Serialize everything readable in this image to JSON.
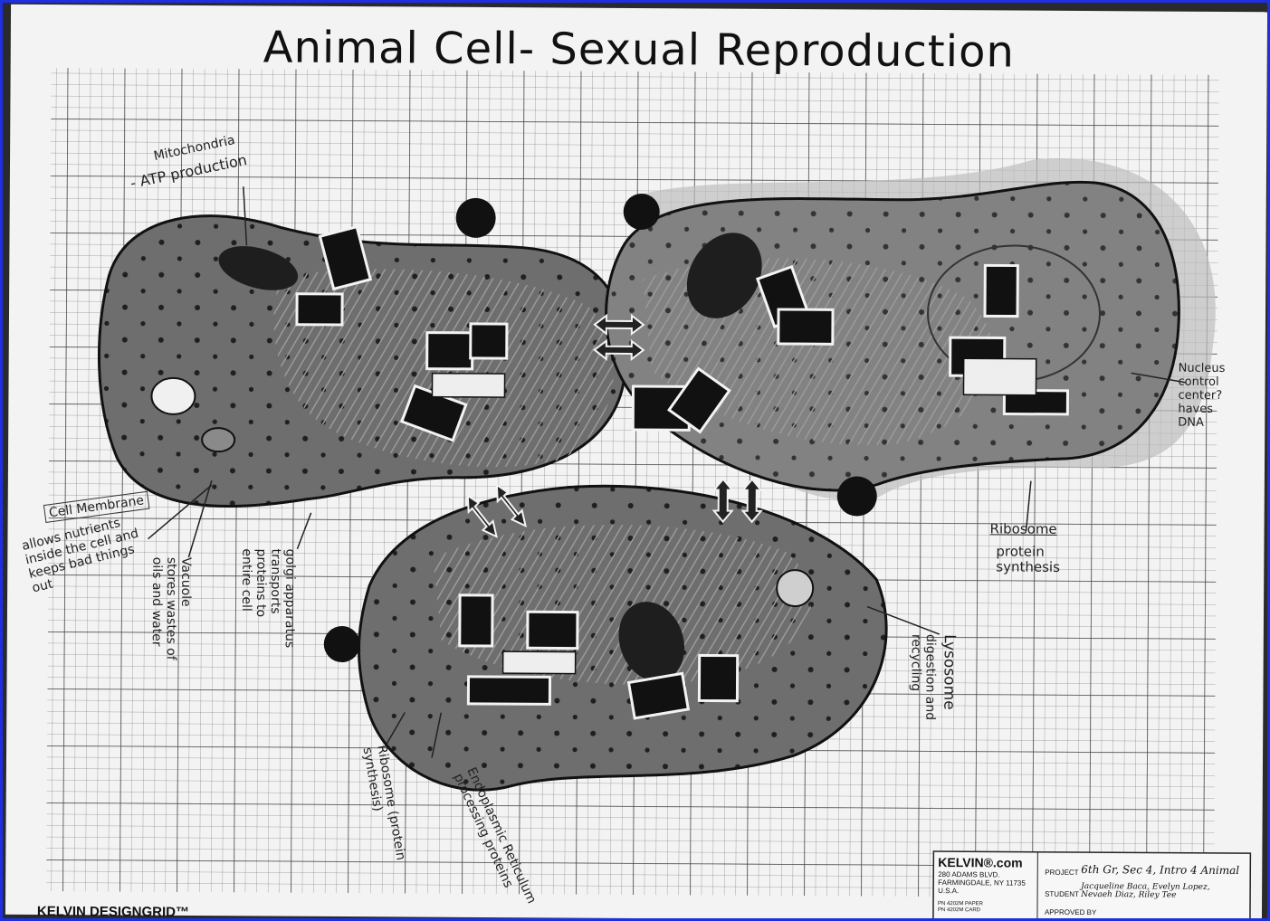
{
  "title": "Animal Cell- Sexual Reproduction",
  "labels": {
    "mitochondria_name": "Mitochondria",
    "mitochondria_desc": "- ATP production",
    "nucleus": "Nucleus\ncontrol\ncenter?\nhaves\nDNA",
    "ribosome_right_name": "Ribosome",
    "ribosome_right_desc": "protein\nsynthesis",
    "lysosome_name": "Lysosome",
    "lysosome_desc": "digestion and\nrecycling",
    "cell_membrane_name": "Cell Membrane",
    "cell_membrane_desc": "allows nutrients\ninside the cell and\nkeeps bad things\nout",
    "vacuole": "Vacuole\nstores wastes of\noils and water",
    "golgi": "golgi apparatus\ntransports\nproteins to\nentire cell",
    "ribosome_bottom": "Ribosome (protein\nsynthesis)",
    "er": "Endoplasmic Reticulum\nprocessing proteins"
  },
  "footer": {
    "brand": "KELVIN®.com",
    "address": "280 ADAMS BLVD.\nFARMINGDALE, NY 11735\nU.S.A.",
    "codes": "PN 4202M PAPER\nPN 4202M CARD",
    "project_label": "PROJECT",
    "project_value": "6th Gr, Sec 4, Intro 4 Animal",
    "student_label": "STUDENT",
    "student_value": "Jacqueline Baca, Evelyn Lopez,\nNevaeh Diaz, Riley Tee",
    "approved_label": "APPROVED BY",
    "grid_brand": "KELVIN DESIGNGRID™"
  },
  "colors": {
    "frame": "#1f2fe0",
    "paper": "#f3f3f3",
    "grid": "#3a3a3a",
    "cytoplasm": "#6e6e6e",
    "dark": "#141414"
  }
}
